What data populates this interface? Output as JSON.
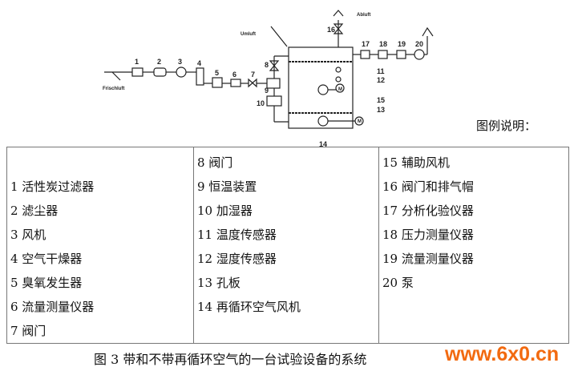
{
  "diagram": {
    "labels": [
      "1",
      "2",
      "3",
      "4",
      "5",
      "6",
      "7",
      "8",
      "9",
      "10",
      "11",
      "12",
      "13",
      "14",
      "15",
      "16",
      "17",
      "18",
      "19",
      "20"
    ],
    "frischluft": "Frischluft",
    "umluft": "Umluft",
    "abluft": "Abluft",
    "motor": "M"
  },
  "legend_title": "图例说明：",
  "legend": [
    [
      "1 活性炭过滤器",
      "2 滤尘器",
      "3 风机",
      "4 空气干燥器",
      "5 臭氧发生器",
      "6 流量测量仪器",
      "7 阀门"
    ],
    [
      "8 阀门",
      "9 恒温装置",
      "10 加湿器",
      "11 温度传感器",
      "12 湿度传感器",
      "13 孔板",
      "14 再循环空气风机"
    ],
    [
      "15 辅助风机",
      "16 阀门和排气帽",
      "17 分析化验仪器",
      "18 压力测量仪器",
      "19 流量测量仪器",
      "20 泵"
    ]
  ],
  "caption": "图 3 带和不带再循环空气的一台试验设备的系统",
  "watermark": "www.6x0.cn"
}
